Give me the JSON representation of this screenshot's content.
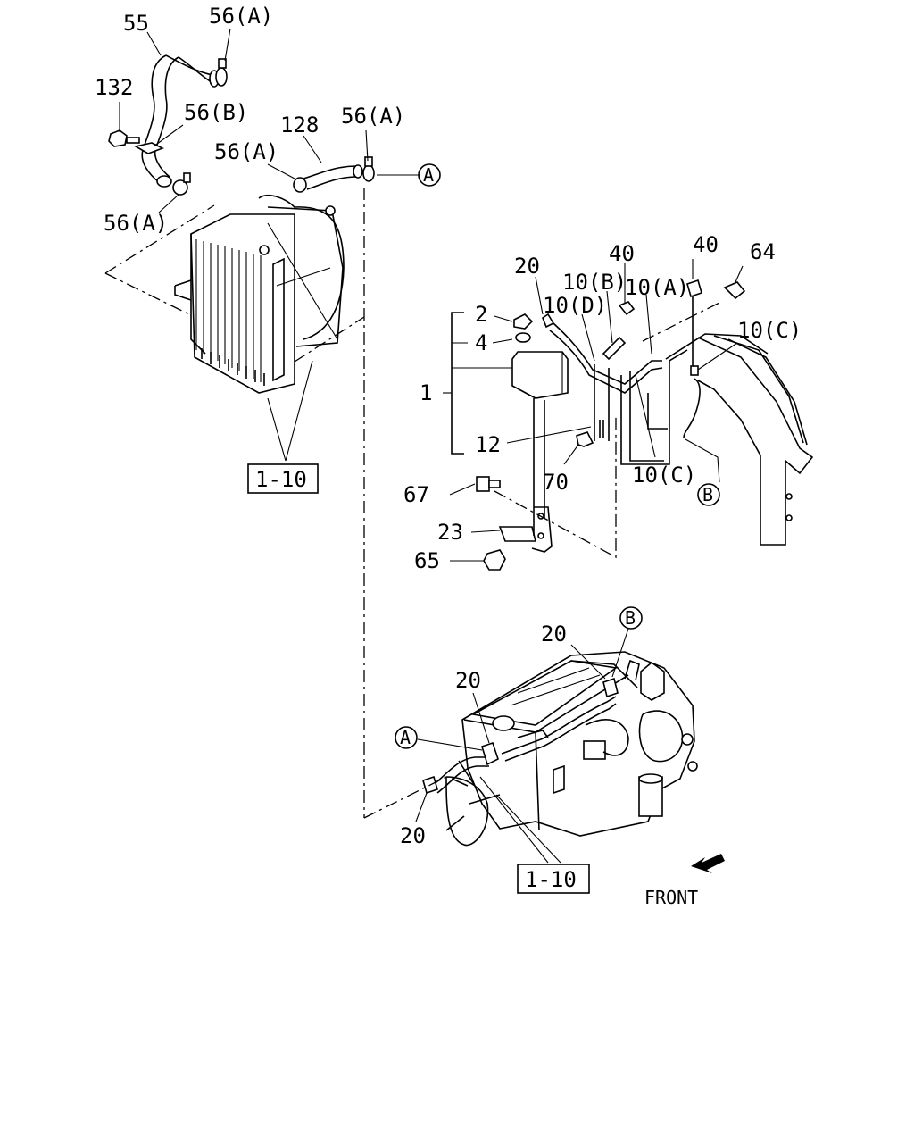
{
  "labels": {
    "p55": "55",
    "p56a_top": "56(A)",
    "p132": "132",
    "p56b": "56(B)",
    "p128": "128",
    "p56a_mid": "56(A)",
    "p56a_right": "56(A)",
    "p56a_low": "56(A)",
    "p1": "1",
    "p2": "2",
    "p4": "4",
    "p12": "12",
    "p20_top": "20",
    "p10d": "10(D)",
    "p10b": "10(B)",
    "p40_a": "40",
    "p10a": "10(A)",
    "p40_b": "40",
    "p64": "64",
    "p10c_top": "10(C)",
    "p10c_low": "10(C)",
    "p70": "70",
    "p67": "67",
    "p23": "23",
    "p65": "65",
    "p20_eng_top": "20",
    "p20_eng_mid": "20",
    "p20_eng_low": "20"
  },
  "refs": {
    "box_top": "1-10",
    "box_bottom": "1-10",
    "circle_a_top": "A",
    "circle_a_bottom": "A",
    "circle_b_right": "B",
    "circle_b_engine": "B"
  },
  "front_label": "FRONT"
}
